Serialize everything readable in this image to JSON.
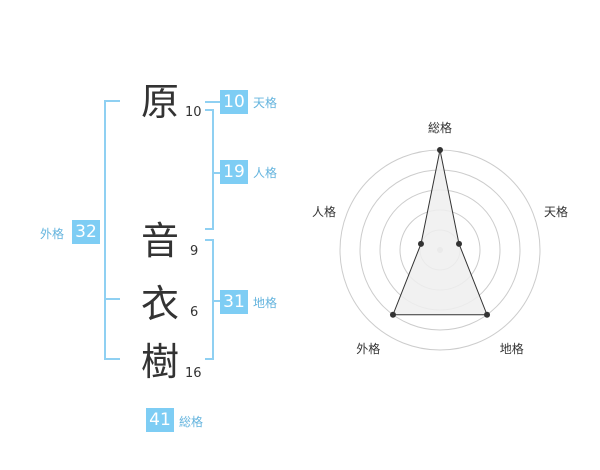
{
  "name": {
    "characters": [
      {
        "char": "原",
        "strokes": "10"
      },
      {
        "char": "音",
        "strokes": "9"
      },
      {
        "char": "衣",
        "strokes": "6"
      },
      {
        "char": "樹",
        "strokes": "16"
      }
    ]
  },
  "kakusu": {
    "tenkaku": {
      "value": "10",
      "label": "天格"
    },
    "jinkaku": {
      "value": "19",
      "label": "人格"
    },
    "chikaku": {
      "value": "31",
      "label": "地格"
    },
    "gaikaku": {
      "value": "32",
      "label": "外格"
    },
    "soukaku": {
      "value": "41",
      "label": "総格"
    }
  },
  "chart_data": {
    "type": "radar",
    "axes": [
      "総格",
      "天格",
      "地格",
      "外格",
      "人格"
    ],
    "values": [
      5,
      1,
      4,
      4,
      1
    ],
    "range": [
      0,
      5
    ],
    "grid_rings": 5,
    "colors": {
      "fill": "#eeeeee",
      "stroke": "#333333",
      "grid": "#cccccc"
    }
  }
}
